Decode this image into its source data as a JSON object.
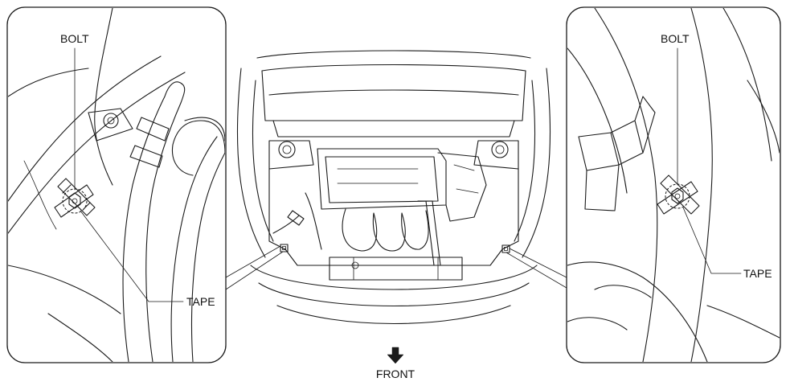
{
  "labels": {
    "left_bolt": "BOLT",
    "left_tape": "TAPE",
    "right_bolt": "BOLT",
    "right_tape": "TAPE",
    "front": "FRONT"
  },
  "icons": {
    "front_arrow": "arrow-down-icon"
  },
  "colors": {
    "ink": "#1a1a1a",
    "background": "#ffffff"
  }
}
